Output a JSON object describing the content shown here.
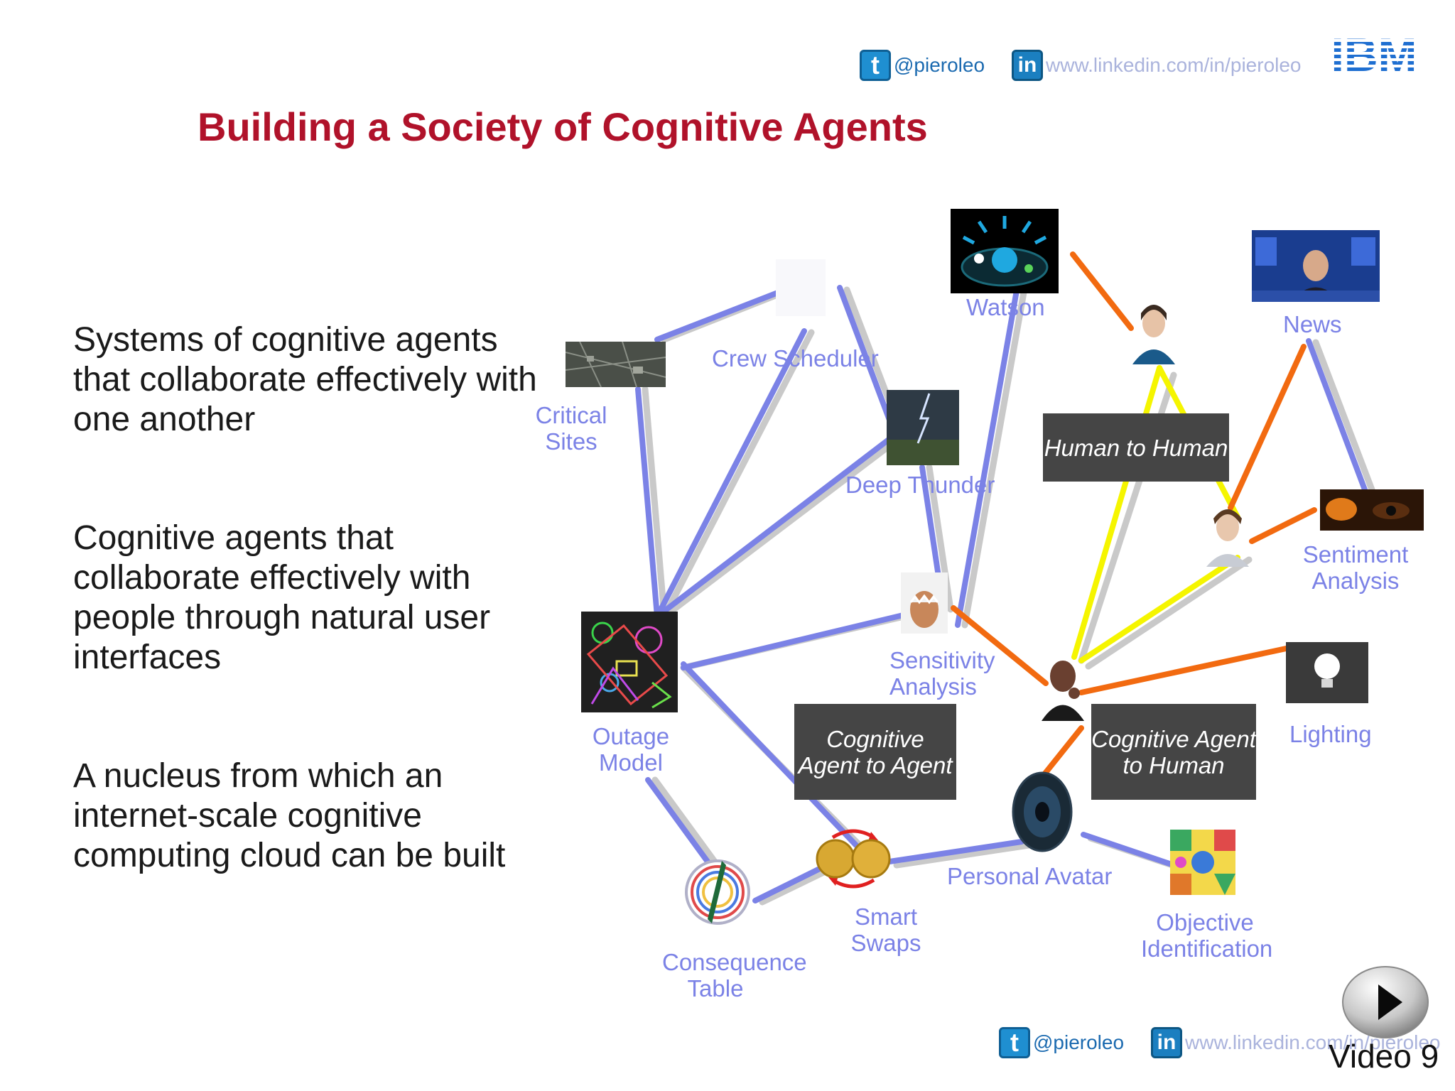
{
  "header": {
    "twitter_handle": "@pieroleo",
    "linkedin_url": "www.linkedin.com/in/pieroleo",
    "logo_text": "IBM"
  },
  "title": "Building a Society of Cognitive Agents",
  "bullets": [
    "Systems of cognitive agents that collaborate effectively with one another",
    "Cognitive agents that collaborate effectively with people through natural user interfaces",
    "A nucleus from which an internet-scale cognitive computing cloud can be built"
  ],
  "nodes": {
    "critical_sites": "Critical Sites",
    "crew_scheduler": "Crew Scheduler",
    "watson": "Watson",
    "news": "News",
    "deep_thunder": "Deep Thunder",
    "sentiment_analysis": "Sentiment Analysis",
    "outage_model": "Outage Model",
    "sensitivity_analysis": "Sensitivity Analysis",
    "lighting": "Lighting",
    "personal_avatar": "Personal Avatar",
    "consequence_table": "Consequence Table",
    "smart_swaps": "Smart Swaps",
    "objective_identification": "Objective Identification"
  },
  "boxes": {
    "human_to_human": "Human to Human",
    "agent_to_agent": "Cognitive Agent to Agent",
    "agent_to_human": "Cognitive Agent to Human"
  },
  "footer": {
    "twitter_handle": "@pieroleo",
    "linkedin_url": "www.linkedin.com/in/pieroleo",
    "video_label": "Video 9"
  },
  "colors": {
    "title": "#b0122a",
    "agent_link": "#7b82e6",
    "human_link": "#f5f500",
    "agent_human_link": "#f26a10",
    "shadow": "#c9c9c9"
  }
}
